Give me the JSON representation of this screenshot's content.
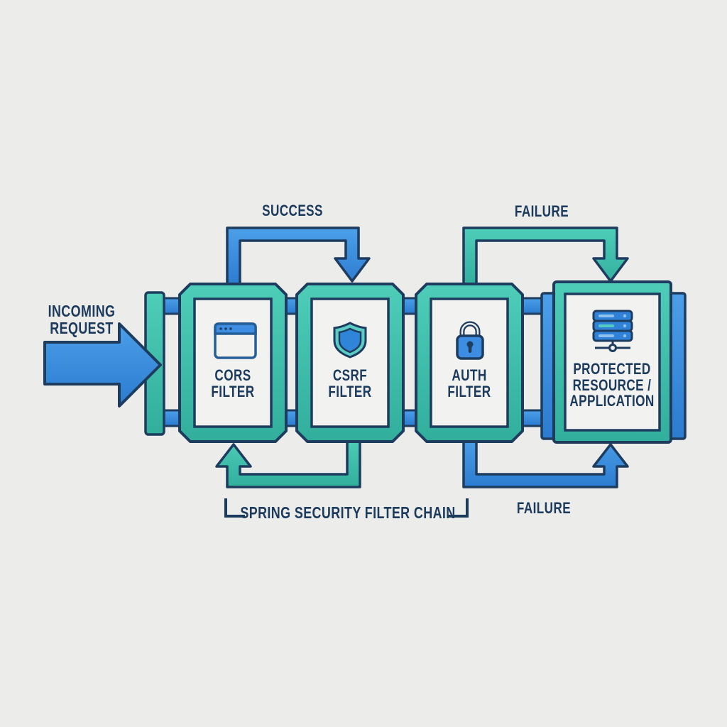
{
  "title": "Spring Security Filter Chain diagram",
  "colors": {
    "background": "#ececea",
    "outline_navy": "#1d3c5e",
    "text_navy": "#1c3a5c",
    "pipe_blue": "#3087dd",
    "frame_teal": "#41c1ae",
    "box_inner_fill": "#f2f2f1",
    "icon_blue": "#3d8ee2"
  },
  "labels": {
    "incoming_request": "INCOMING\nREQUEST",
    "success": "SUCCESS",
    "failure_top": "FAILURE",
    "failure_bottom": "FAILURE",
    "chain_caption": "SPRING SECURITY FILTER CHAIN"
  },
  "filters": [
    {
      "name": "CORS FILTER",
      "label": "CORS\nFILTER",
      "icon": "browser-window-icon"
    },
    {
      "name": "CSRF FILTER",
      "label": "CSRF\nFILTER",
      "icon": "shield-icon"
    },
    {
      "name": "AUTH FILTER",
      "label": "AUTH\nFILTER",
      "icon": "lock-icon"
    },
    {
      "name": "PROTECTED RESOURCE / APPLICATION",
      "label": "PROTECTED\nRESOURCE /\nAPPLICATION",
      "icon": "server-icon"
    }
  ],
  "flows": [
    {
      "from": "CORS FILTER",
      "to": "CSRF FILTER",
      "label": "SUCCESS",
      "path": "top",
      "color": "blue"
    },
    {
      "from": "AUTH FILTER",
      "to": "PROTECTED RESOURCE / APPLICATION",
      "label": "FAILURE",
      "path": "top",
      "color": "teal"
    },
    {
      "from": "CSRF FILTER",
      "to": "CORS FILTER",
      "label": "",
      "path": "bottom",
      "color": "teal"
    },
    {
      "from": "AUTH FILTER",
      "to": "PROTECTED RESOURCE / APPLICATION",
      "label": "FAILURE",
      "path": "bottom",
      "color": "blue"
    }
  ]
}
